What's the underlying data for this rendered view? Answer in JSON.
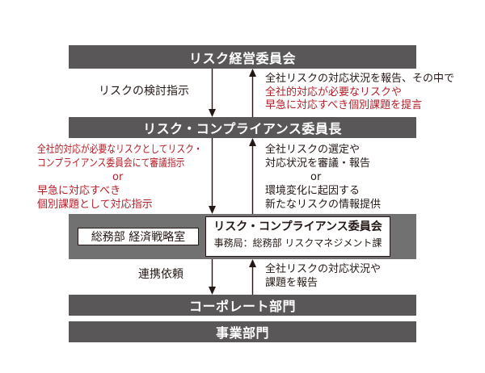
{
  "structure": {
    "top_committee": "リスク経営委員会",
    "chair": "リスク・コンプライアンス委員長",
    "office": {
      "planning_unit": "総務部 経済戦略室",
      "committee": "リスク・コンプライアンス委員会",
      "secretariat": "事務局：総務部 リスクマネジメント課"
    },
    "corporate_division": "コーポレート部門",
    "business_division": "事業部門"
  },
  "flows": [
    {
      "downward": [
        {
          "text": "リスクの検討指示",
          "highlight": false
        }
      ],
      "upward": [
        {
          "text": "全社リスクの対応状況を報告、その中で",
          "highlight": false
        },
        {
          "text": "全社的対応が必要なリスクや",
          "highlight": true
        },
        {
          "text": "早急に対応すべき個別課題を提言",
          "highlight": true
        }
      ]
    },
    {
      "downward": [
        {
          "text": "全社的対応が必要なリスクとしてリスク・",
          "highlight": true
        },
        {
          "text": "コンプライアンス委員会にて審議指示",
          "highlight": true
        },
        {
          "text": "or",
          "highlight": true
        },
        {
          "text": "早急に対応すべき",
          "highlight": true
        },
        {
          "text": "個別課題として対応指示",
          "highlight": true
        }
      ],
      "upward": [
        {
          "text": "全社リスクの選定や",
          "highlight": false
        },
        {
          "text": "対応状況を審議・報告",
          "highlight": false
        },
        {
          "text": "or",
          "highlight": false
        },
        {
          "text": "環境変化に起因する",
          "highlight": false
        },
        {
          "text": "新たなリスクの情報提供",
          "highlight": false
        }
      ]
    },
    {
      "downward": [
        {
          "text": "連携依頼",
          "highlight": false
        }
      ],
      "upward": [
        {
          "text": "全社リスクの対応状況や",
          "highlight": false
        },
        {
          "text": "課題を報告",
          "highlight": false
        }
      ]
    }
  ],
  "colors": {
    "bar": "#595757",
    "panel": "#727171",
    "highlight": "#b51f29",
    "ink": "#231815",
    "box": "#ffffff",
    "bar-text": "#ffffff"
  }
}
